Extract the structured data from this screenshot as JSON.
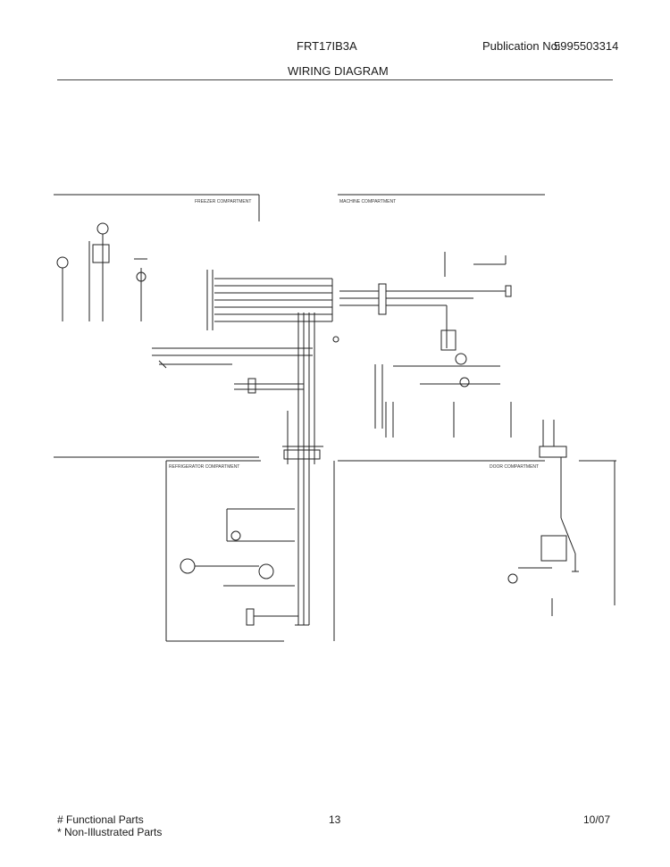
{
  "header": {
    "model": "FRT17IB3A",
    "publication_label": "Publication No:",
    "publication_number": "5995503314",
    "title": "WIRING DIAGRAM"
  },
  "diagram": {
    "sections": {
      "freezer": "FREEZER COMPARTMENT",
      "machine": "MACHINE COMPARTMENT",
      "refrigerator": "REFRIGERATOR COMPARTMENT",
      "door": "DOOR COMPARTMENT"
    }
  },
  "footer": {
    "legend_functional": "# Functional Parts",
    "legend_non_illustrated": "* Non-Illustrated Parts",
    "page": "13",
    "date": "10/07"
  }
}
